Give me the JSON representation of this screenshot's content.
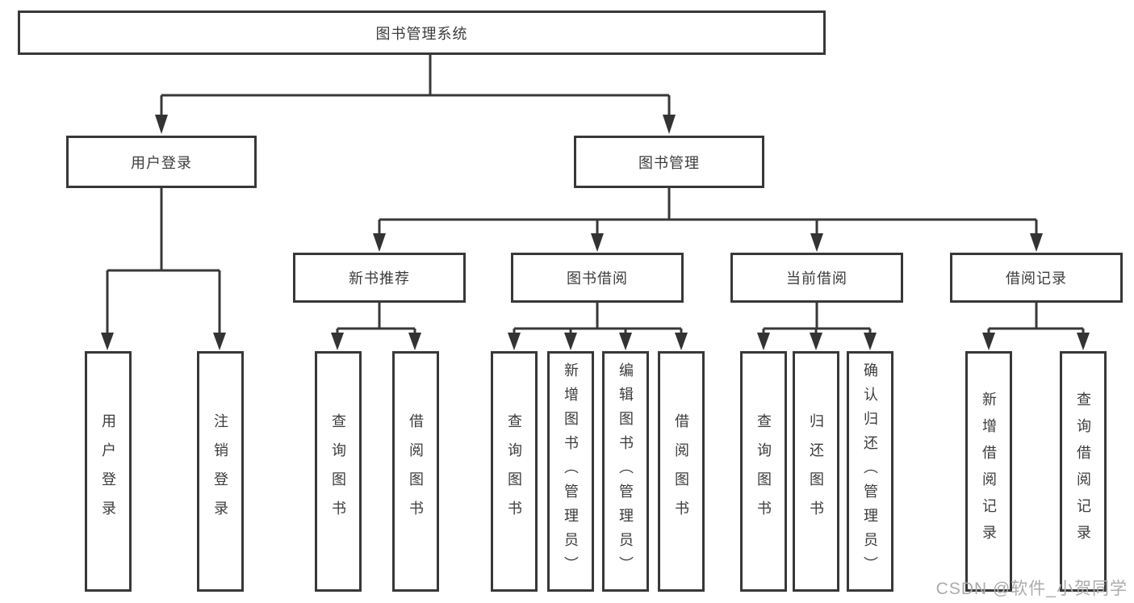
{
  "diagram": {
    "root": {
      "label": "图书管理系统"
    },
    "branches": [
      {
        "label": "用户登录",
        "children": [
          {
            "label": "用户登录"
          },
          {
            "label": "注销登录"
          }
        ]
      },
      {
        "label": "图书管理",
        "children": [
          {
            "label": "新书推荐",
            "children": [
              {
                "label": "查询图书"
              },
              {
                "label": "借阅图书"
              }
            ]
          },
          {
            "label": "图书借阅",
            "children": [
              {
                "label": "查询图书"
              },
              {
                "label": "新增图书（管理员）"
              },
              {
                "label": "编辑图书（管理员）"
              },
              {
                "label": "借阅图书"
              }
            ]
          },
          {
            "label": "当前借阅",
            "children": [
              {
                "label": "查询图书"
              },
              {
                "label": "归还图书"
              },
              {
                "label": "确认归还（管理员）"
              }
            ]
          },
          {
            "label": "借阅记录",
            "children": [
              {
                "label": "新增借阅记录"
              },
              {
                "label": "查询借阅记录"
              }
            ]
          }
        ]
      }
    ],
    "watermark": "CSDN @软件_小贺同学",
    "colors": {
      "line": "#383838",
      "text": "#3c3c3c",
      "background": "#ffffff",
      "watermark": "#ababab"
    }
  }
}
